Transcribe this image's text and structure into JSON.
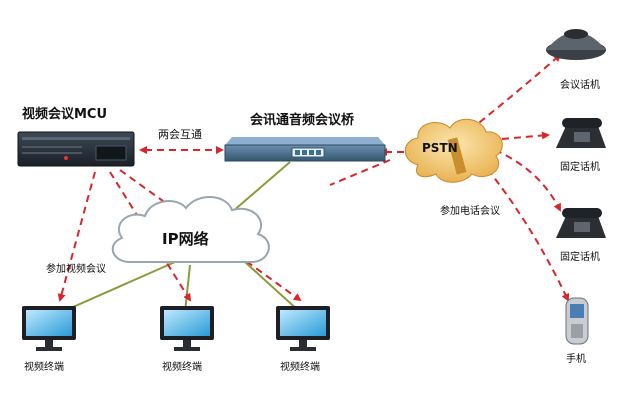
{
  "labels": {
    "mcu": "视频会议MCU",
    "bridge": "会讯通音频会议桥",
    "interop": "两会互通",
    "pstn": "PSTN",
    "ip_network": "IP网络",
    "join_phone_conf": "参加电话会议",
    "join_video_conf": "参加视频会议",
    "conf_phone": "会议话机",
    "fixed_phone_1": "固定话机",
    "fixed_phone_2": "固定话机",
    "mobile": "手机",
    "terminal_1": "视频终端",
    "terminal_2": "视频终端",
    "terminal_3": "视频终端"
  },
  "colors": {
    "dashed_link": "#d8262b",
    "solid_link": "#8a9b3c",
    "cloud_stroke": "#9aa6ad",
    "pstn_cloud": "#f3c66a"
  },
  "icons": {
    "mcu": "video-mcu-device-icon",
    "bridge": "audio-bridge-device-icon",
    "pstn": "pstn-cloud-icon",
    "ip": "ip-cloud-icon",
    "conf_phone": "conference-phone-icon",
    "fixed_phone": "desk-phone-icon",
    "mobile": "mobile-phone-icon",
    "terminal": "monitor-icon"
  }
}
